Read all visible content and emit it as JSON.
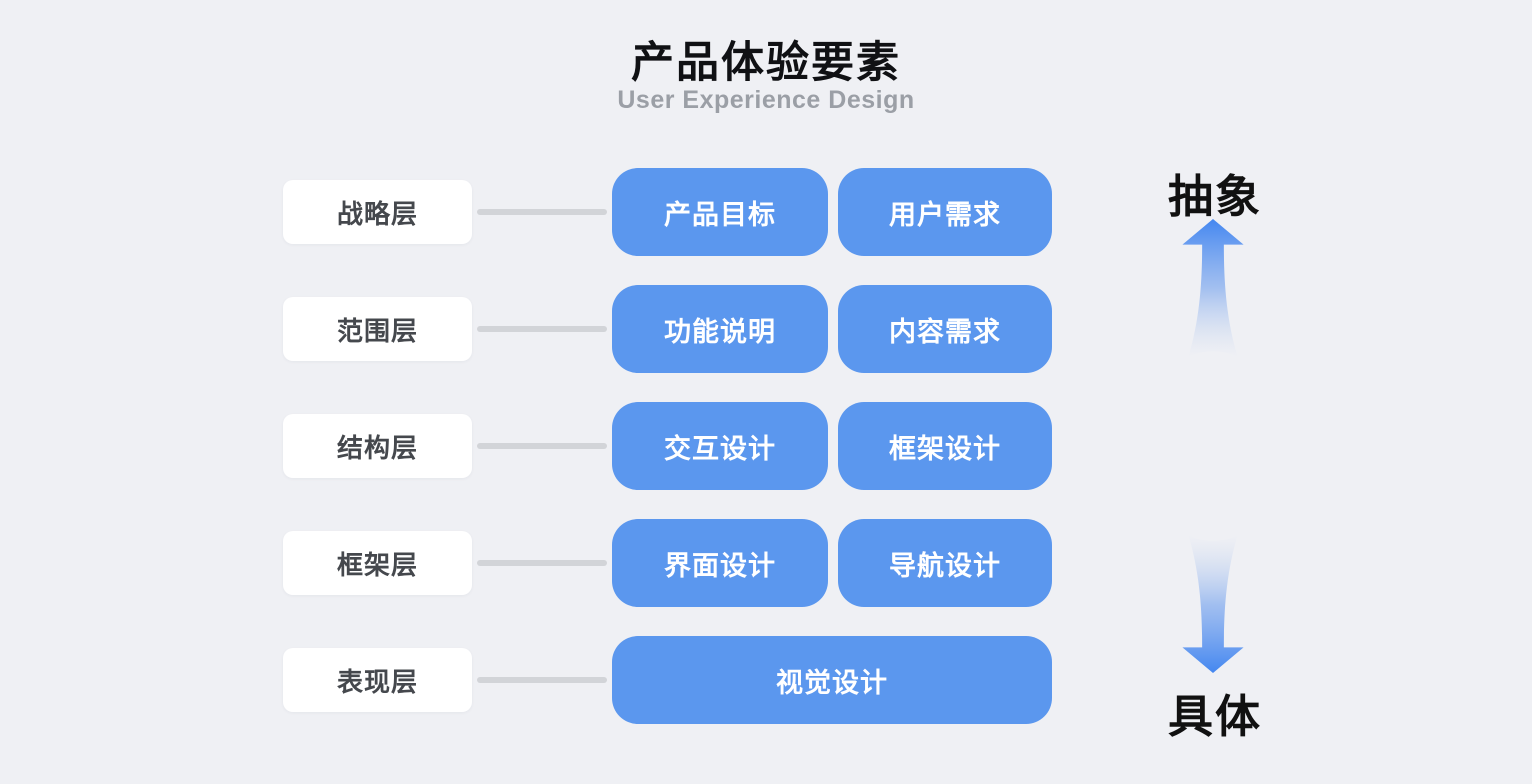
{
  "header": {
    "title": "产品体验要素",
    "subtitle": "User Experience Design"
  },
  "rows": [
    {
      "label": "战略层",
      "cards": [
        "产品目标",
        "用户需求"
      ]
    },
    {
      "label": "范围层",
      "cards": [
        "功能说明",
        "内容需求"
      ]
    },
    {
      "label": "结构层",
      "cards": [
        "交互设计",
        "框架设计"
      ]
    },
    {
      "label": "框架层",
      "cards": [
        "界面设计",
        "导航设计"
      ]
    },
    {
      "label": "表现层",
      "cards": [
        "视觉设计"
      ]
    }
  ],
  "axis": {
    "top": "抽象",
    "bottom": "具体"
  },
  "colors": {
    "background": "#EFF0F4",
    "card_blue": "#5B97EE",
    "card_text": "#FFFFFF",
    "label_bg": "#FFFFFF",
    "label_text": "#45484D",
    "connector": "#D2D4D8",
    "title_color": "#101114",
    "subtitle_color": "#9B9FA6",
    "axis_text": "#111111",
    "arrow_blue": "#4487F0"
  }
}
